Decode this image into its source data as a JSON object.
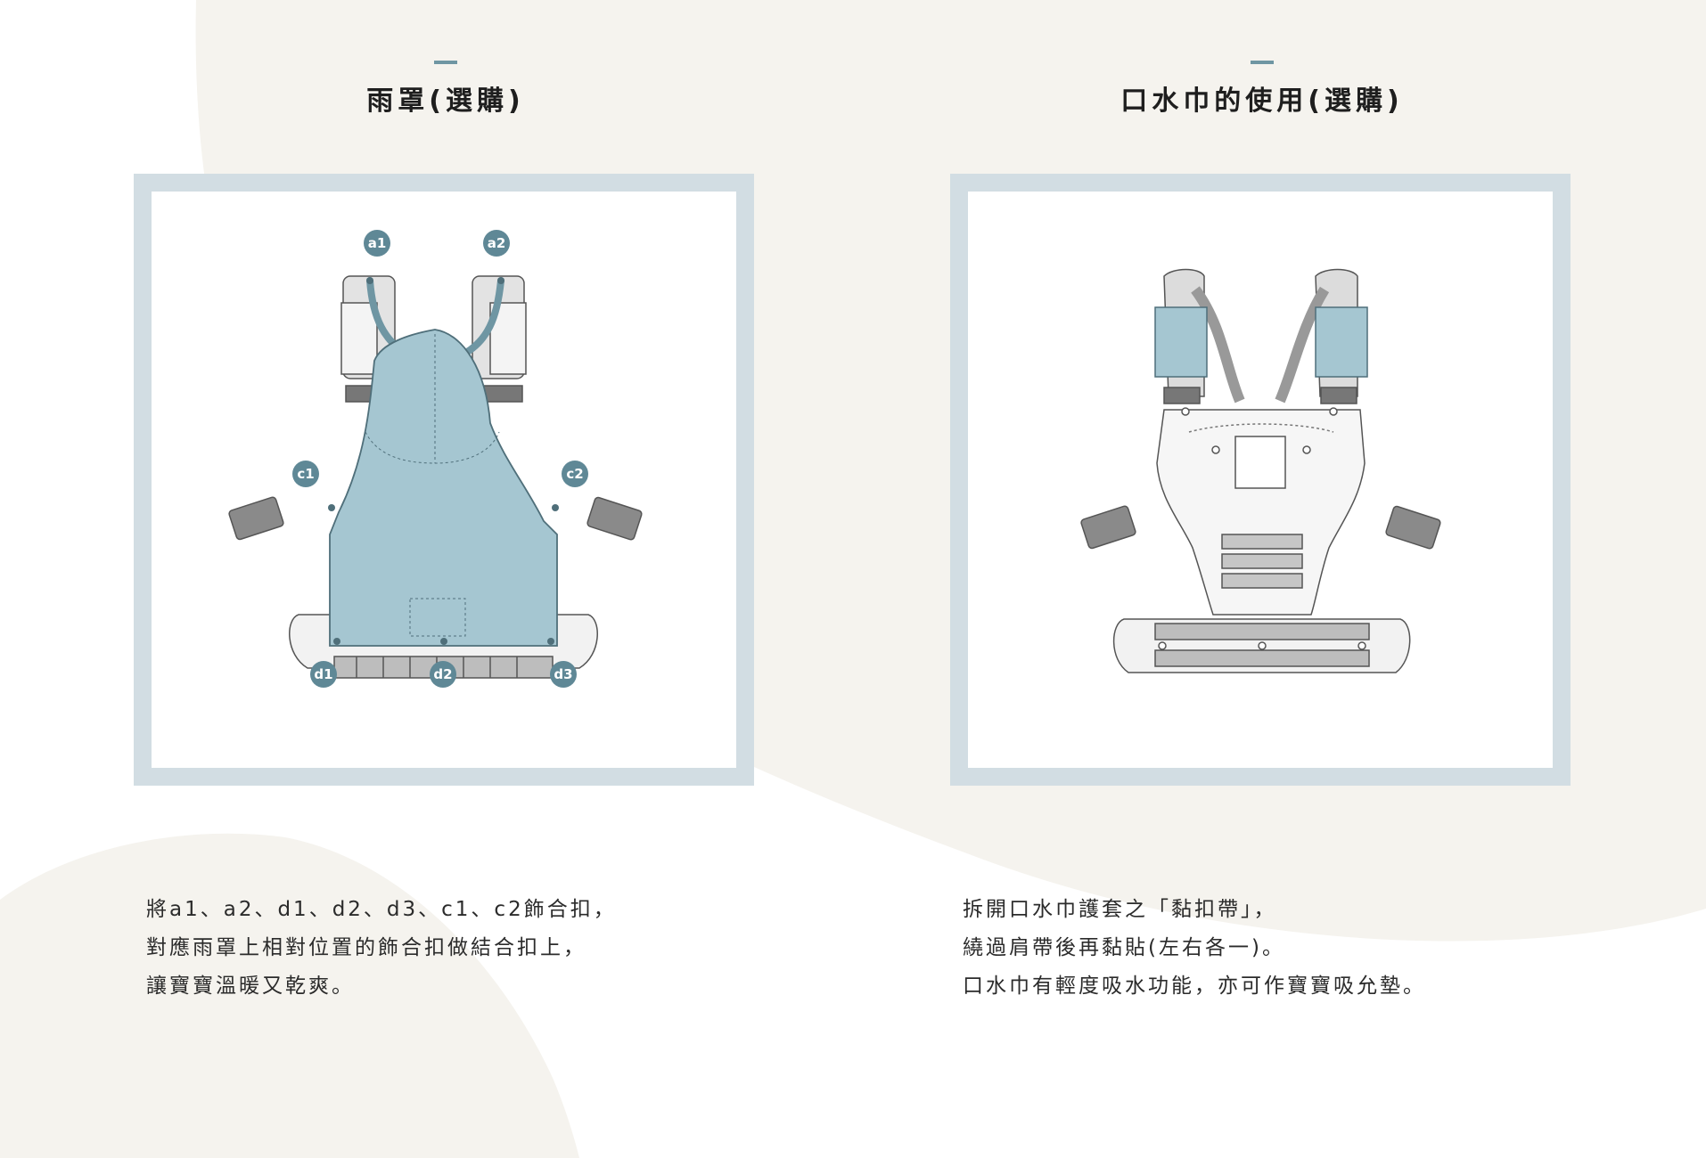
{
  "colors": {
    "accent": "#6f96a3",
    "frame_border": "#d2dde3",
    "background_blob": "#f5f3ee",
    "rain_cover": "#a5c6d1"
  },
  "left_section": {
    "title": "雨罩(選購)",
    "pins": [
      "a1",
      "a2",
      "c1",
      "c2",
      "d1",
      "d2",
      "d3"
    ],
    "description": [
      "將a1、a2、d1、d2、d3、c1、c2飾合扣，",
      "對應雨罩上相對位置的飾合扣做結合扣上，",
      "讓寶寶溫暖又乾爽。"
    ]
  },
  "right_section": {
    "title": "口水巾的使用(選購)",
    "description": [
      "拆開口水巾護套之「黏扣帶」，",
      "繞過肩帶後再黏貼(左右各一)。",
      "口水巾有輕度吸水功能，亦可作寶寶吸允墊。"
    ]
  }
}
